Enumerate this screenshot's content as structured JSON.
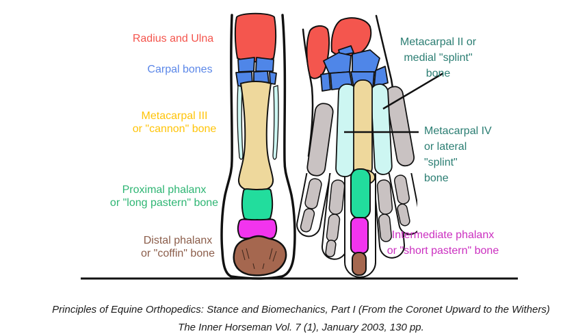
{
  "figure": {
    "labels": {
      "radius_ulna": "Radius and Ulna",
      "carpal_bones": "Carpal bones",
      "metacarpal_iii_1": "Metacarpal III",
      "metacarpal_iii_2": "or \"cannon\" bone",
      "proximal_phalanx_1": "Proximal phalanx",
      "proximal_phalanx_2": "or \"long pastern\" bone",
      "distal_phalanx_1": "Distal phalanx",
      "distal_phalanx_2": "or \"coffin\" bone",
      "metacarpal_ii_1": "Metacarpal II or",
      "metacarpal_ii_2": "medial \"splint\"",
      "metacarpal_ii_3": "bone",
      "metacarpal_iv_1": "Metacarpal IV",
      "metacarpal_iv_2": "or lateral",
      "metacarpal_iv_3": "\"splint\"",
      "metacarpal_iv_4": "bone",
      "intermediate_phalanx_1": "Intermediate phalanx",
      "intermediate_phalanx_2": "or \"short pastern\" bone"
    },
    "label_colors": {
      "radius_ulna": "#f4544c",
      "carpal_bones": "#5b87e8",
      "metacarpal_iii": "#ffc408",
      "proximal_phalanx": "#2eb573",
      "distal_phalanx": "#8b5d4a",
      "splint": "#2a7d72",
      "intermediate_phalanx": "#cb2fc0"
    },
    "bone_colors": {
      "radius_ulna": "#f4564e",
      "carpal": "#4f86e8",
      "cannon": "#eed89c",
      "splint": "#cdf6f2",
      "proximal": "#22dd9d",
      "intermediate": "#f234ee",
      "distal": "#a5674f",
      "other_bone": "#c9c2c2",
      "outline": "#111111"
    },
    "caption_line1": "Principles of Equine Orthopedics: Stance and Biomechanics, Part I (From the Coronet Upward to the Withers)",
    "caption_line2": "The Inner Horseman Vol. 7 (1), January 2003, 130 pp."
  }
}
